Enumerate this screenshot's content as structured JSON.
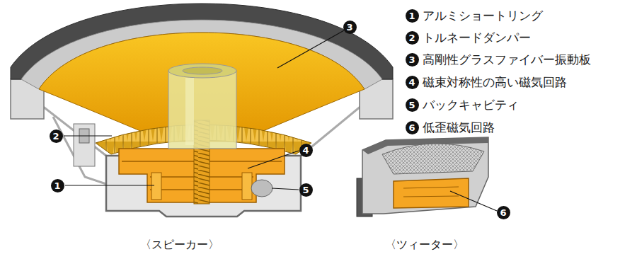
{
  "diagram": {
    "nodes": [
      {
        "text": [
          "3"
        ]
      },
      {
        "text": [
          "2"
        ]
      },
      {
        "text": [
          "4"
        ]
      },
      {
        "text": [
          "1"
        ]
      },
      {
        "text": [
          "5"
        ]
      },
      {
        "text": [
          "6"
        ]
      },
      {
        "text": [
          "1"
        ]
      },
      {
        "text": [
          "2"
        ]
      },
      {
        "text": [
          "3"
        ]
      },
      {
        "text": [
          "4"
        ]
      },
      {
        "text": [
          "5"
        ]
      },
      {
        "text": [
          "6"
        ]
      }
    ],
    "labels": [
      "アルミショートリング",
      "トルネードダンパー",
      "高剛性グラスファイバー振動板",
      "磁束対称性の高い磁気回路",
      "バックキャビティ",
      "低歪磁気回路",
      "〈スピーカー〉",
      "〈ツィーター〉"
    ]
  }
}
